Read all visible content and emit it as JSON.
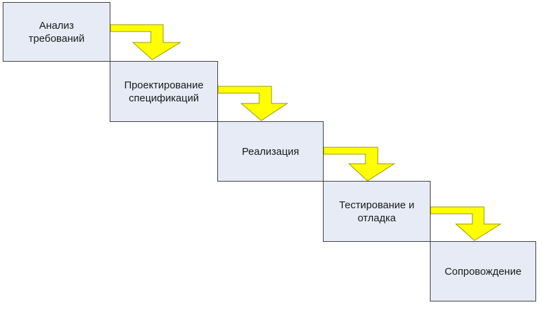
{
  "diagram": {
    "steps": [
      {
        "label": "Анализ\nтребований"
      },
      {
        "label": "Проектирование\nспецификаций"
      },
      {
        "label": "Реализация"
      },
      {
        "label": "Тестирование и\nотладка"
      },
      {
        "label": "Сопровождение"
      }
    ]
  },
  "colors": {
    "box_fill": "#e6ebf5",
    "box_border": "#404040",
    "arrow_fill": "#ffff00",
    "arrow_stroke": "#9a9a00"
  }
}
